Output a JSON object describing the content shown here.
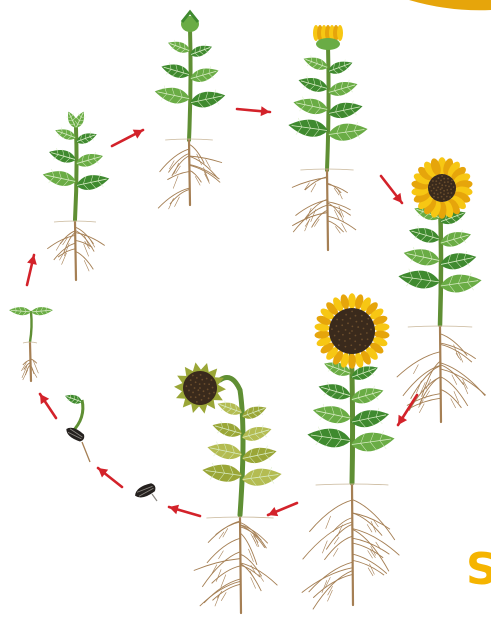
{
  "diagram": {
    "kind": "sunflower life cycle",
    "stages": [
      {
        "id": "seed",
        "icon": "sunflower-seed-icon"
      },
      {
        "id": "germinating-seed",
        "icon": "germinating-seed-icon"
      },
      {
        "id": "seedling",
        "icon": "seedling-icon"
      },
      {
        "id": "young-plant",
        "icon": "young-plant-icon"
      },
      {
        "id": "budding-plant",
        "icon": "budding-plant-icon"
      },
      {
        "id": "bud-opening-plant",
        "icon": "bud-opening-plant-icon"
      },
      {
        "id": "blooming-plant",
        "icon": "blooming-sunflower-icon"
      },
      {
        "id": "mature-plant",
        "icon": "mature-sunflower-icon"
      },
      {
        "id": "wilting-plant",
        "icon": "wilting-sunflower-icon"
      }
    ],
    "arrow_icon": "red-arrow-icon"
  },
  "edge_text": "S",
  "colors": {
    "background": "#ffffff",
    "arrow": "#d3222a",
    "stem": "#5f8f34",
    "leaf": "#3f8a2f",
    "leaf_light": "#6aac45",
    "leaf_vein": "#d8ecc4",
    "dry_leaf": "#9aa637",
    "dry_leaf_light": "#b4bc52",
    "root": "#a57f54",
    "soil_line": "#c9b79a",
    "petal": "#f7c713",
    "petal_dark": "#e6a50b",
    "disc": "#3a2a1c",
    "disc_dot": "#6b4e2d",
    "seed": "#24201e",
    "seed_stripe": "#8a8680",
    "edge_text": "#f5b400"
  }
}
